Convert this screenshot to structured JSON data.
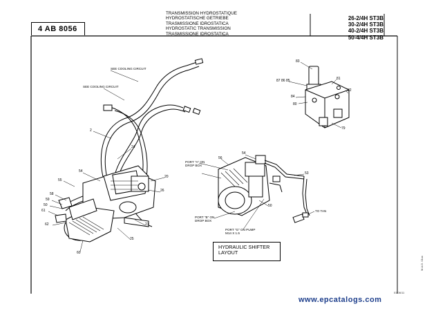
{
  "header": {
    "code": "4 AB 8056",
    "titles": [
      "TRANSMISSION HYDROSTATIQUE",
      "HYDROSTATISCHE GETRIEBE",
      "TRASMISSIONE IDROSTATICA",
      "HYDROSTATIC TRANSMISSION",
      "TRASMISSIONE IDROSTATICA"
    ],
    "models": [
      "26-2/4H ST3B",
      "30-2/4H ST3B",
      "40-2/4H ST3B",
      "50-4/4H ST3B"
    ]
  },
  "diagram": {
    "callouts_main": [
      "SEE COOLING CIRCUIT",
      "SEE COOLING CIRCUIT"
    ],
    "parts_main": [
      "2",
      "24",
      "54",
      "20",
      "55",
      "26",
      "58",
      "59",
      "50",
      "61",
      "27",
      "25",
      "60",
      "62"
    ],
    "parts_valve": [
      "83",
      "87",
      "86",
      "85",
      "81",
      "82",
      "84",
      "80",
      "79"
    ],
    "ports": [
      "PORT \"A\" ON DROP BOX",
      "PORT \"B\" ON DROP BOX",
      "PORT \"G\" ON PUMP M14 X 1.5"
    ],
    "parts_shifter": [
      "56",
      "54",
      "53",
      "50"
    ],
    "to_tank": "TO TAN",
    "shifter_title": "HYDRAULIC SHIFTER LAYOUT"
  },
  "footer": {
    "website": "www.epcatalogs.com",
    "date": "01/06/11",
    "side_code": "M.A.D. 01xx"
  }
}
